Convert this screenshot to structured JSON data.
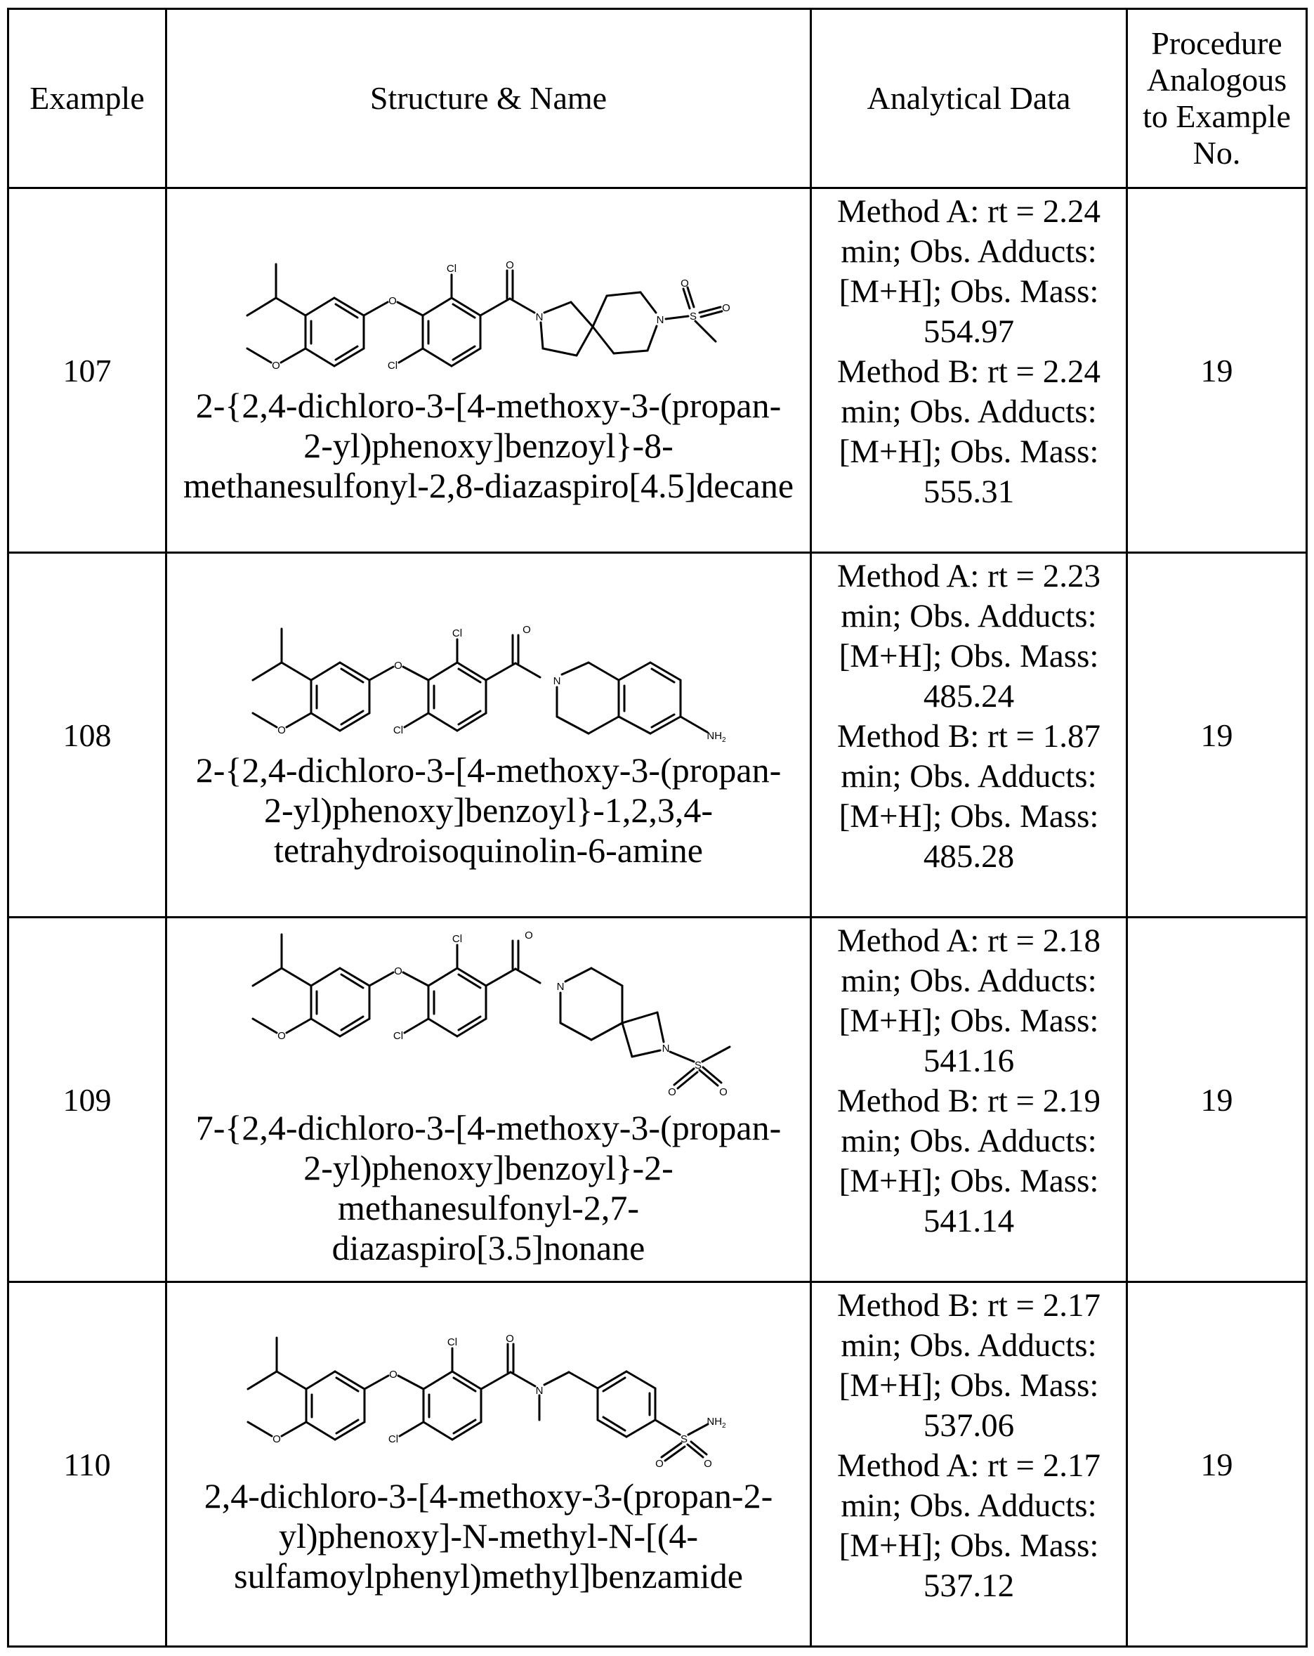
{
  "table": {
    "headers": {
      "example": "Example",
      "structure": "Structure & Name",
      "analytical": "Analytical Data",
      "procedure_lines": [
        "Procedure",
        "Analogous",
        "to Example",
        "No."
      ]
    },
    "rows": [
      {
        "example": "107",
        "name_lines": [
          "2-{2,4-dichloro-3-[4-methoxy-3-(propan-",
          "2-yl)phenoxy]benzoyl}-8-",
          "methanesulfonyl-2,8-diazaspiro[4.5]decane"
        ],
        "analytical_lines": [
          "Method A: rt = 2.24",
          "min; Obs. Adducts:",
          "[M+H]; Obs. Mass:",
          "554.97",
          "Method B: rt = 2.24",
          "min; Obs. Adducts:",
          "[M+H]; Obs. Mass:",
          "555.31"
        ],
        "procedure": "19",
        "atom_labels": {
          "cl_top": "Cl",
          "cl_bottom": "Cl",
          "ether_o": "O",
          "methoxy_o": "O",
          "carbonyl_o": "O",
          "n1": "N",
          "n2": "N",
          "s": "S",
          "so_1": "O",
          "so_2": "O"
        }
      },
      {
        "example": "108",
        "name_lines": [
          "2-{2,4-dichloro-3-[4-methoxy-3-(propan-",
          "2-yl)phenoxy]benzoyl}-1,2,3,4-",
          "tetrahydroisoquinolin-6-amine"
        ],
        "analytical_lines": [
          "Method A: rt = 2.23",
          "min; Obs. Adducts:",
          "[M+H]; Obs. Mass:",
          "485.24",
          "Method B: rt = 1.87",
          "min; Obs. Adducts:",
          "[M+H]; Obs. Mass:",
          "485.28"
        ],
        "procedure": "19",
        "atom_labels": {
          "cl_top": "Cl",
          "cl_bottom": "Cl",
          "ether_o": "O",
          "methoxy_o": "O",
          "carbonyl_o": "O",
          "n1": "N",
          "nh2": "NH",
          "nh2_sub": "2"
        }
      },
      {
        "example": "109",
        "name_lines": [
          "7-{2,4-dichloro-3-[4-methoxy-3-(propan-",
          "2-yl)phenoxy]benzoyl}-2-",
          "methanesulfonyl-2,7-",
          "diazaspiro[3.5]nonane"
        ],
        "analytical_lines": [
          "Method A: rt = 2.18",
          "min; Obs. Adducts:",
          "[M+H]; Obs. Mass:",
          "541.16",
          "Method B: rt = 2.19",
          "min; Obs. Adducts:",
          "[M+H]; Obs. Mass:",
          "541.14"
        ],
        "procedure": "19",
        "atom_labels": {
          "cl_top": "Cl",
          "cl_bottom": "Cl",
          "ether_o": "O",
          "methoxy_o": "O",
          "carbonyl_o": "O",
          "n1": "N",
          "n2": "N",
          "s": "S",
          "so_1": "O",
          "so_2": "O"
        }
      },
      {
        "example": "110",
        "name_lines": [
          "2,4-dichloro-3-[4-methoxy-3-(propan-2-",
          "yl)phenoxy]-N-methyl-N-[(4-",
          "sulfamoylphenyl)methyl]benzamide"
        ],
        "analytical_lines": [
          "Method B: rt = 2.17",
          "min; Obs. Adducts:",
          "[M+H]; Obs. Mass:",
          "537.06",
          "Method A: rt = 2.17",
          "min; Obs. Adducts:",
          "[M+H]; Obs. Mass:",
          "537.12"
        ],
        "procedure": "19",
        "atom_labels": {
          "cl_top": "Cl",
          "cl_bottom": "Cl",
          "ether_o": "O",
          "methoxy_o": "O",
          "carbonyl_o": "O",
          "n1": "N",
          "s": "S",
          "so_1": "O",
          "so_2": "O",
          "nh2": "NH",
          "nh2_sub": "2"
        }
      }
    ]
  }
}
